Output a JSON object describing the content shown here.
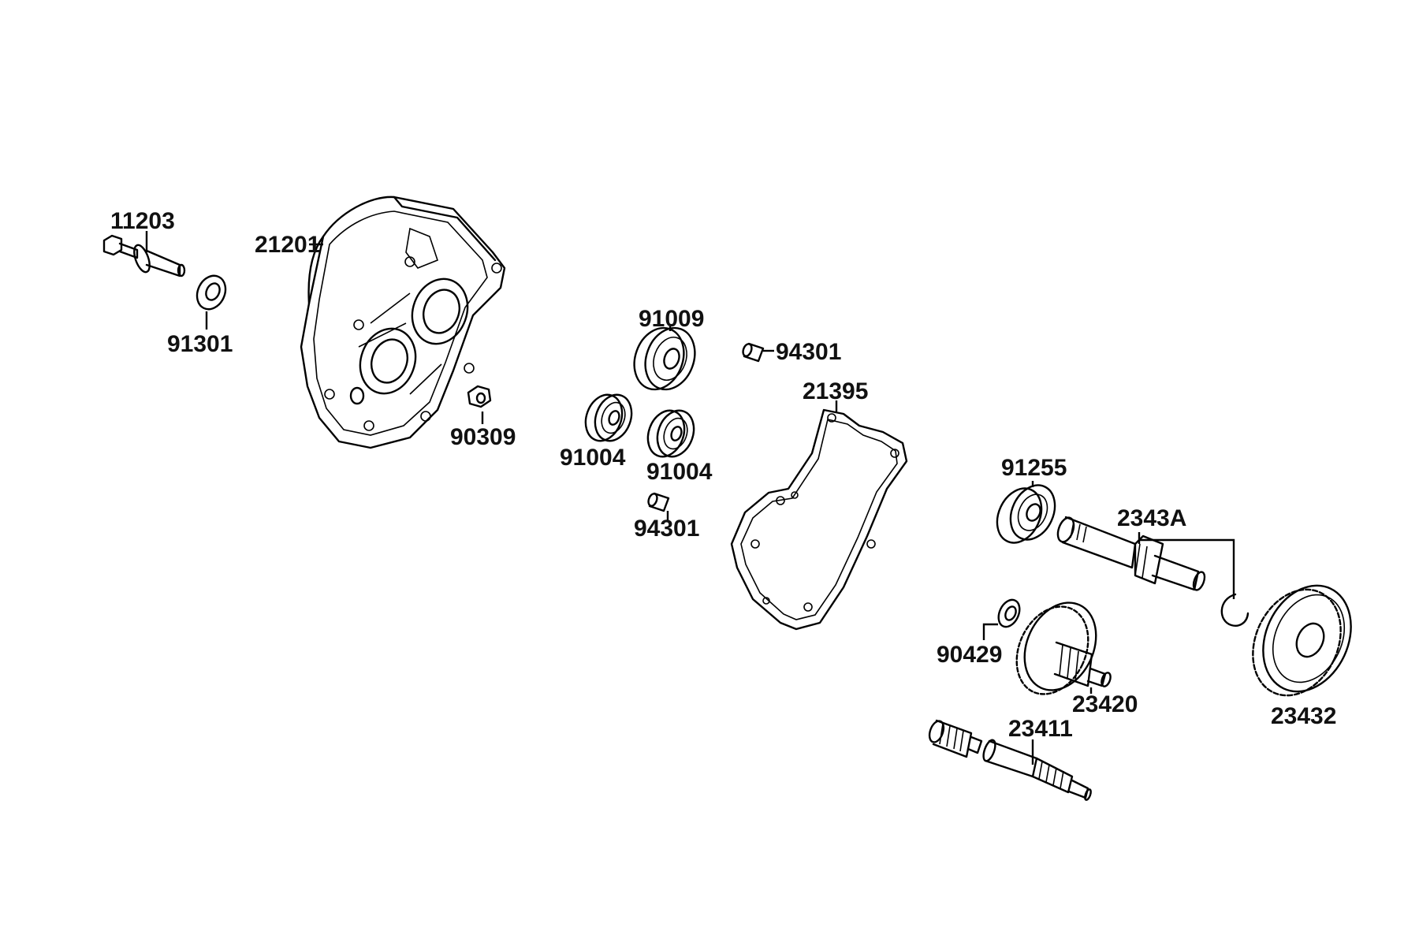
{
  "parts": [
    {
      "id": "bolt",
      "number": "11203"
    },
    {
      "id": "washer",
      "number": "91301"
    },
    {
      "id": "cover",
      "number": "21201"
    },
    {
      "id": "nut",
      "number": "90309"
    },
    {
      "id": "bearing-top",
      "number": "91009"
    },
    {
      "id": "bearing-left",
      "number": "91004"
    },
    {
      "id": "bearing-right",
      "number": "91004"
    },
    {
      "id": "dowel-top",
      "number": "94301"
    },
    {
      "id": "dowel-bottom",
      "number": "94301"
    },
    {
      "id": "gasket",
      "number": "21395"
    },
    {
      "id": "bearing-shaft",
      "number": "91255"
    },
    {
      "id": "drive-shaft-set",
      "number": "2343A"
    },
    {
      "id": "thrust-washer",
      "number": "90429"
    },
    {
      "id": "counter-gear",
      "number": "23420"
    },
    {
      "id": "final-gear",
      "number": "23432"
    },
    {
      "id": "main-shaft",
      "number": "23411"
    }
  ]
}
